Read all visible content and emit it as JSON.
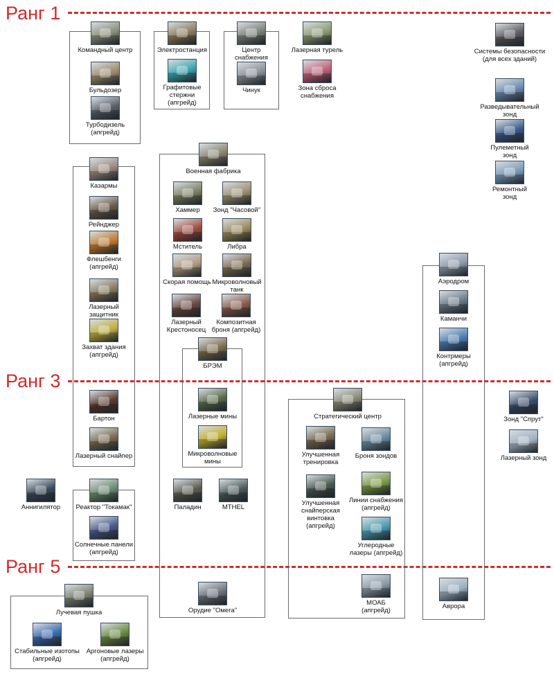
{
  "ranks": [
    {
      "id": "r1",
      "label": "Ранг 1"
    },
    {
      "id": "r3",
      "label": "Ранг 3"
    },
    {
      "id": "r5",
      "label": "Ранг 5"
    }
  ],
  "items": {
    "command_center": {
      "label": "Командный центр",
      "icon": "command-center-icon",
      "color": "#8a8f78"
    },
    "bulldozer": {
      "label": "Бульдозер",
      "icon": "bulldozer-icon",
      "color": "#9a8a6a"
    },
    "turbodiesel": {
      "label": "Турбодизель\n(апгрейд)",
      "icon": "turbodiesel-icon",
      "color": "#5a6068"
    },
    "power_plant": {
      "label": "Электростанция",
      "icon": "power-plant-icon",
      "color": "#8a7a5a"
    },
    "graphite_rods": {
      "label": "Графитовые\nстержни\n(апгрейд)",
      "icon": "graphite-rods-icon",
      "color": "#3aa6b0"
    },
    "supply_center": {
      "label": "Центр\nснабжения",
      "icon": "supply-center-icon",
      "color": "#7a8078"
    },
    "chinook": {
      "label": "Чинук",
      "icon": "chinook-icon",
      "color": "#8a9098"
    },
    "laser_turret": {
      "label": "Лазерная турель",
      "icon": "laser-turret-icon",
      "color": "#8a9a70"
    },
    "supply_drop": {
      "label": "Зона сброса\nснабжения",
      "icon": "supply-drop-icon",
      "color": "#c0607a"
    },
    "security_systems": {
      "label": "Системы безопасности\n(для всех зданий)",
      "icon": "security-camera-icon",
      "color": "#5a5a60"
    },
    "scout_drone": {
      "label": "Разведывательный\nзонд",
      "icon": "scout-drone-icon",
      "color": "#6a8ab0"
    },
    "gun_drone": {
      "label": "Пулеметный\nзонд",
      "icon": "gun-drone-icon",
      "color": "#3a5a8a"
    },
    "repair_drone": {
      "label": "Ремонтный\nзонд",
      "icon": "repair-drone-icon",
      "color": "#7a9ab8"
    },
    "barracks": {
      "label": "Казармы",
      "icon": "barracks-icon",
      "color": "#9a8a80"
    },
    "ranger": {
      "label": "Рейнджер",
      "icon": "ranger-icon",
      "color": "#6a5a4a"
    },
    "flashbang": {
      "label": "Флешбенги\n(апгрейд)",
      "icon": "flashbang-icon",
      "color": "#c07a30"
    },
    "laser_defender": {
      "label": "Лазерный\nзащитник",
      "icon": "laser-defender-icon",
      "color": "#8a7a60"
    },
    "capture_building": {
      "label": "Захват здания\n(апгрейд)",
      "icon": "capture-building-icon",
      "color": "#c0b040"
    },
    "war_factory": {
      "label": "Военная фабрика",
      "icon": "war-factory-icon",
      "color": "#8a8470"
    },
    "humvee": {
      "label": "Хаммер",
      "icon": "humvee-icon",
      "color": "#7a8060"
    },
    "sentry_drone": {
      "label": "Зонд \"Часовой\"",
      "icon": "sentry-drone-icon",
      "color": "#9a9070"
    },
    "avenger": {
      "label": "Мститель",
      "icon": "avenger-icon",
      "color": "#a04a40"
    },
    "libra": {
      "label": "Либра",
      "icon": "libra-icon",
      "color": "#9a8a5a"
    },
    "ambulance": {
      "label": "Скорая помощь",
      "icon": "ambulance-icon",
      "color": "#b09a80"
    },
    "microwave_tank": {
      "label": "Микроволновый\nтанк",
      "icon": "microwave-tank-icon",
      "color": "#7a6a50"
    },
    "laser_crusader": {
      "label": "Лазерный\nКрестоносец",
      "icon": "laser-crusader-icon",
      "color": "#6a4a40"
    },
    "composite_armor": {
      "label": "Композитная\nброня (апгрейд)",
      "icon": "composite-armor-icon",
      "color": "#8a5a4a"
    },
    "brem": {
      "label": "БРЭМ",
      "icon": "brem-icon",
      "color": "#7a6a4a"
    },
    "laser_mines": {
      "label": "Лазерные мины",
      "icon": "laser-mines-icon",
      "color": "#5a6a4a"
    },
    "microwave_mines": {
      "label": "Микроволновые\nмины",
      "icon": "microwave-mines-icon",
      "color": "#c0b030"
    },
    "paladin": {
      "label": "Паладин",
      "icon": "paladin-icon",
      "color": "#5a5a50"
    },
    "mthel": {
      "label": "MTHEL",
      "icon": "mthel-icon",
      "color": "#4a5a5a"
    },
    "omega_cannon": {
      "label": "Орудие \"Омега\"",
      "icon": "omega-cannon-icon",
      "color": "#6a7078"
    },
    "airfield": {
      "label": "Аэродром",
      "icon": "airfield-icon",
      "color": "#8a98a8"
    },
    "comanche": {
      "label": "Каманчи",
      "icon": "comanche-icon",
      "color": "#6a7a8a"
    },
    "countermeasures": {
      "label": "Контрмеры\n(апгрейд)",
      "icon": "countermeasures-icon",
      "color": "#4a7ab0"
    },
    "aurora": {
      "label": "Аврора",
      "icon": "aurora-icon",
      "color": "#9ab0c0"
    },
    "barton": {
      "label": "Бартон",
      "icon": "barton-icon",
      "color": "#5a3a30"
    },
    "laser_sniper": {
      "label": "Лазерный снайпер",
      "icon": "laser-sniper-icon",
      "color": "#7a6a50"
    },
    "strategy_center": {
      "label": "Стратегический центр",
      "icon": "strategy-center-icon",
      "color": "#8a8a78"
    },
    "advanced_training": {
      "label": "Улучшенная\nтренировка",
      "icon": "advanced-training-icon",
      "color": "#7a6a50"
    },
    "drone_armor": {
      "label": "Броня зондов",
      "icon": "drone-armor-icon",
      "color": "#6a8aa0"
    },
    "advanced_sniper_rifle": {
      "label": "Улучшенная\nснайперская\nвинтовка\n(апгрейд)",
      "icon": "sniper-rifle-icon",
      "color": "#4a5a50"
    },
    "supply_lines": {
      "label": "Линии снабжения\n(апгрейд)",
      "icon": "supply-lines-icon",
      "color": "#7a9a40"
    },
    "carbon_lasers": {
      "label": "Углеродные\nлазеры (апгрейд)",
      "icon": "carbon-lasers-icon",
      "color": "#4a9ab0"
    },
    "moab": {
      "label": "МОАБ\n(апгрейд)",
      "icon": "moab-icon",
      "color": "#8a9aa8"
    },
    "spy_drone": {
      "label": "Зонд \"Спрут\"",
      "icon": "spy-drone-icon",
      "color": "#3a4a6a"
    },
    "laser_drone": {
      "label": "Лазерный зонд",
      "icon": "laser-drone-icon",
      "color": "#a0b0c0"
    },
    "annihilator": {
      "label": "Аннигилятор",
      "icon": "annihilator-icon",
      "color": "#3a4a5a"
    },
    "tokamak_reactor": {
      "label": "Реактор \"Токамак\"",
      "icon": "tokamak-reactor-icon",
      "color": "#6a8a70"
    },
    "solar_panels": {
      "label": "Солнечные панели\n(апгрейд)",
      "icon": "solar-panels-icon",
      "color": "#4a5a8a"
    },
    "beam_cannon": {
      "label": "Лучевая пушка",
      "icon": "beam-cannon-icon",
      "color": "#7a8070"
    },
    "stable_isotopes": {
      "label": "Стабильные изотопы\n(апгрейд)",
      "icon": "stable-isotopes-icon",
      "color": "#3a6ab0"
    },
    "argon_lasers": {
      "label": "Аргоновые лазеры\n(апгрейд)",
      "icon": "argon-lasers-icon",
      "color": "#6a8a40"
    }
  }
}
